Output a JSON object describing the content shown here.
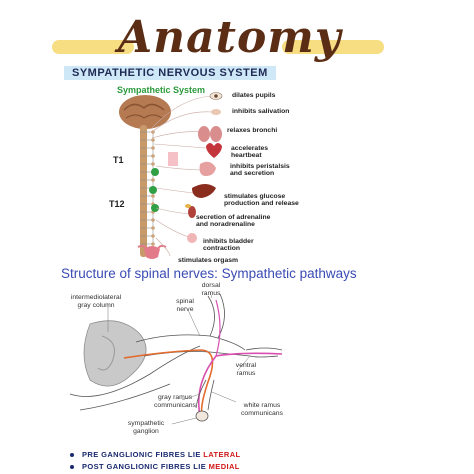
{
  "title": "Anatomy",
  "section_heading": "SYMPATHETIC NERVOUS SYSTEM",
  "figure1": {
    "heading": "Sympathetic System",
    "t1_label": "T1",
    "t12_label": "T12",
    "effects": [
      {
        "id": "eye",
        "text": "dilates pupils"
      },
      {
        "id": "salivary",
        "text": "inhibits salivation"
      },
      {
        "id": "lungs",
        "text": "relaxes bronchi"
      },
      {
        "id": "heart",
        "text": "accelerates heartbeat"
      },
      {
        "id": "stomach",
        "text": "inhibits peristalsis and secretion"
      },
      {
        "id": "liver",
        "text": "stimulates glucose production and release"
      },
      {
        "id": "adrenal",
        "text": "secretion of adrenaline and noradrenaline"
      },
      {
        "id": "bladder",
        "text": "inhibits bladder contraction"
      },
      {
        "id": "genitals",
        "text": "stimulates orgasm"
      }
    ]
  },
  "figure2": {
    "heading": "Structure of spinal nerves: Sympathetic pathways",
    "labels": {
      "gray_column": "intermediolateral gray column",
      "spinal_nerve": "spinal nerve",
      "dorsal_ramus": "dorsal ramus",
      "ventral_ramus": "ventral ramus",
      "gray_ramus": "gray ramus communicans",
      "white_ramus": "white ramus communicans",
      "ganglion": "sympathetic ganglion"
    }
  },
  "notes": [
    {
      "prefix": "PRE GANGLIONIC FIBRES LIE ",
      "highlight": "LATERAL"
    },
    {
      "prefix": "POST GANGLIONIC FIBRES LIE ",
      "highlight": "MEDIAL"
    }
  ],
  "colors": {
    "title_brown": "#5a2d14",
    "highlighter_yellow": "#f7de82",
    "heading_blue_bg": "#cfe8f7",
    "system_green": "#2b9a3b",
    "link_blue": "#3a4bb3",
    "note_red": "#d01818"
  }
}
